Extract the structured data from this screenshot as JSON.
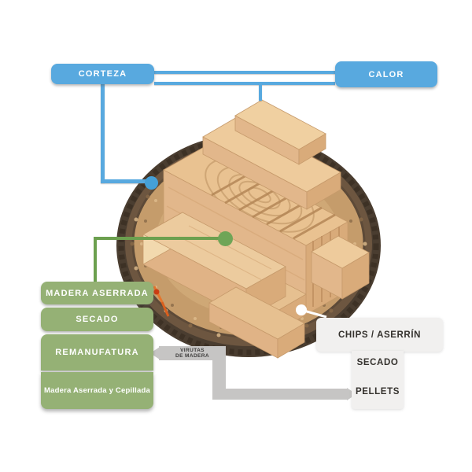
{
  "diagram": {
    "background_color": "#ffffff",
    "accent_colors": {
      "blue": "#58a9df",
      "green_box": "#95b175",
      "green_line": "#6ca04f",
      "gray_flow": "#c6c5c4",
      "light_label_bg": "#f1f0ef",
      "dark_label_text": "#34312d",
      "orange_mark": "#e5752c"
    },
    "top_labels": {
      "corteza": "CORTEZA",
      "calor": "CALOR"
    },
    "left_flow": {
      "items": [
        {
          "label": "MADERA ASERRADA"
        },
        {
          "label": "SECADO"
        },
        {
          "label": "REMANUFATURA"
        },
        {
          "label": "Madera Aserrada y Cepillada"
        }
      ]
    },
    "shavings_label": {
      "line1": "VIRUTAS",
      "line2": "DE MADERA"
    },
    "right_flow": {
      "chips": "CHIPS / ASERRÍN",
      "secado": "SECADO",
      "pellets": "PELLETS"
    },
    "illustration": {
      "subject": "log cross-section with sawn lumber stack"
    }
  }
}
